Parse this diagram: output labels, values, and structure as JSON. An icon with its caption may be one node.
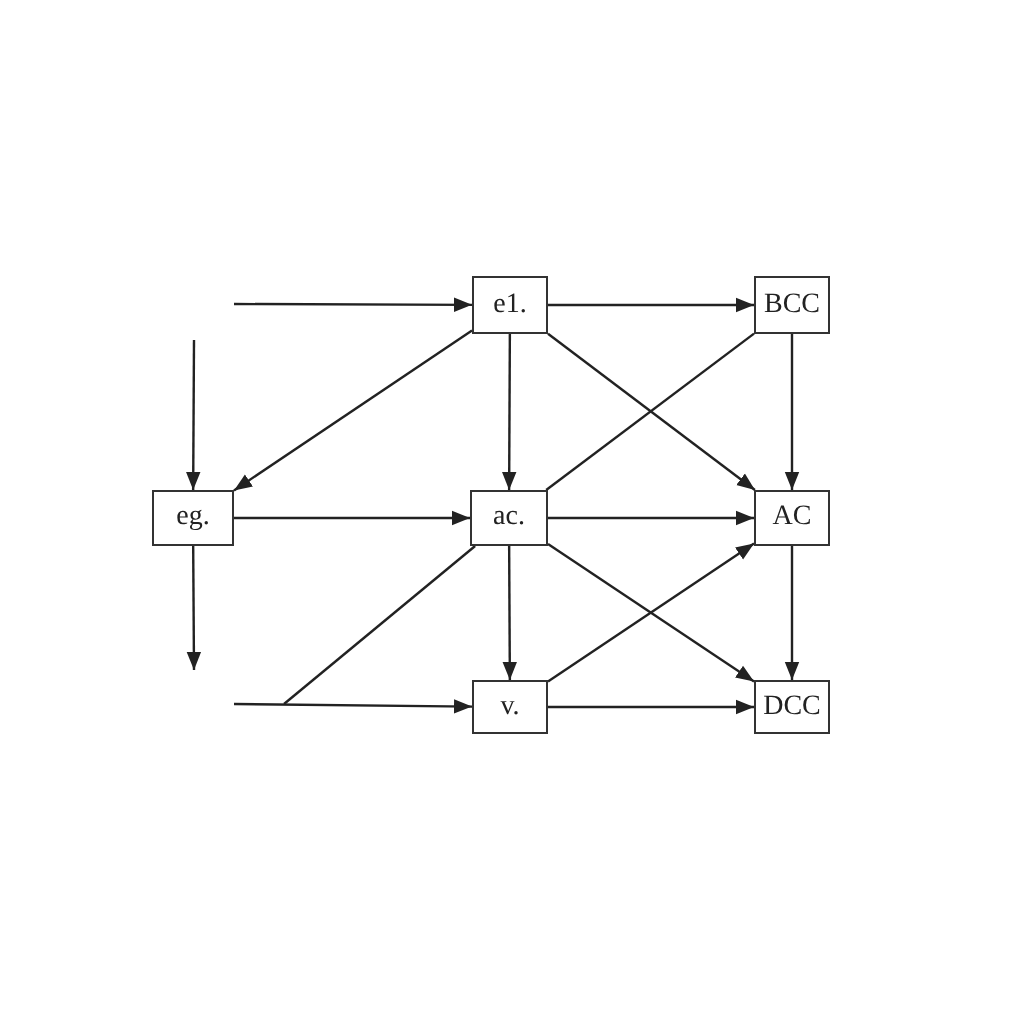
{
  "diagram": {
    "nodes": [
      {
        "text": [
          "e1."
        ]
      },
      {
        "text": [
          "BCC"
        ]
      },
      {
        "text": [
          "eg."
        ]
      },
      {
        "text": [
          "ac."
        ]
      },
      {
        "text": [
          "AC"
        ]
      },
      {
        "text": [
          "v."
        ]
      },
      {
        "text": [
          "DCC"
        ]
      }
    ],
    "edges": [
      {
        "from": null,
        "to": 0,
        "arrow": "to"
      },
      {
        "from": 0,
        "to": 1,
        "arrow": "to"
      },
      {
        "from": 0,
        "to": 2,
        "arrow": "to"
      },
      {
        "from": 0,
        "to": 3,
        "arrow": "to"
      },
      {
        "from": 0,
        "to": 4,
        "arrow": "to"
      },
      {
        "from": 1,
        "to": 3,
        "arrow": "none"
      },
      {
        "from": 1,
        "to": 4,
        "arrow": "to"
      },
      {
        "from": null,
        "to": 2,
        "arrow": "to"
      },
      {
        "from": 2,
        "to": 3,
        "arrow": "to"
      },
      {
        "from": 2,
        "to": null,
        "arrow": "to"
      },
      {
        "from": 3,
        "to": 4,
        "arrow": "to"
      },
      {
        "from": 3,
        "to": 5,
        "arrow": "to"
      },
      {
        "from": 3,
        "to": 6,
        "arrow": "to"
      },
      {
        "from": 3,
        "to": null,
        "arrow": "none"
      },
      {
        "from": null,
        "to": 5,
        "arrow": "to"
      },
      {
        "from": 5,
        "to": 4,
        "arrow": "to"
      },
      {
        "from": 5,
        "to": 6,
        "arrow": "to"
      },
      {
        "from": 4,
        "to": 6,
        "arrow": "to"
      }
    ]
  }
}
